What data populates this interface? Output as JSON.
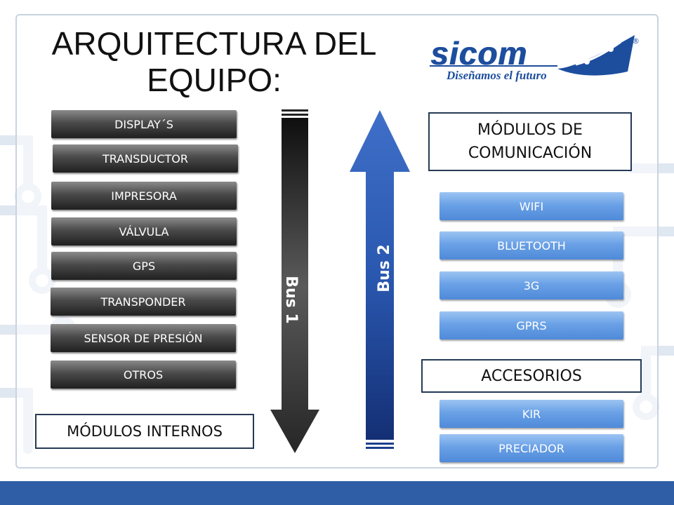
{
  "title": "ARQUITECTURA DEL EQUIPO:",
  "logo": {
    "brand": "sicom",
    "tagline": "Diseñamos el futuro",
    "registered": "®"
  },
  "internal_modules": [
    "DISPLAY´S",
    "TRANSDUCTOR",
    "IMPRESORA",
    "VÁLVULA",
    "GPS",
    "TRANSPONDER",
    "SENSOR DE PRESIÓN",
    "OTROS"
  ],
  "internal_label": "MÓDULOS INTERNOS",
  "bus1": "Bus 1",
  "bus2": "Bus 2",
  "communication_label": "MÓDULOS DE COMUNICACIÓN",
  "communication_modules": [
    "WIFI",
    "BLUETOOTH",
    "3G",
    "GPRS"
  ],
  "accessories_label": "ACCESORIOS",
  "accessories": [
    "KIR",
    "PRECIADOR"
  ],
  "colors": {
    "dark_box": "#202020",
    "blue_box": "#6aa1e6",
    "bus2_arrow": "#1d3f8f",
    "footer": "#2f5ea6",
    "brand": "#1d4e9e"
  }
}
